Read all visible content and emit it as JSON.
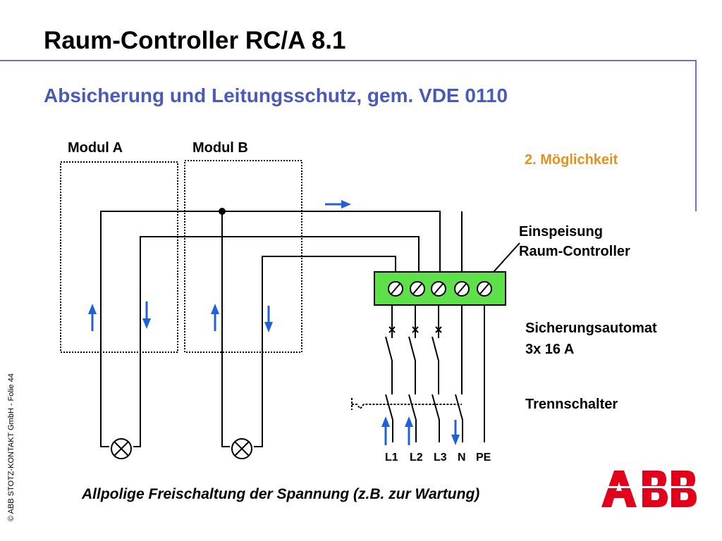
{
  "header": {
    "title": "Raum-Controller RC/A 8.1",
    "subtitle": "Absicherung und Leitungsschutz, gem. VDE 0110"
  },
  "diagram": {
    "modules": [
      "Modul A",
      "Modul B"
    ],
    "option_label": "2. Möglichkeit",
    "feed_label_line1": "Einspeisung",
    "feed_label_line2": "Raum-Controller",
    "breaker_label_line1": "Sicherungsautomat",
    "breaker_label_line2": "3x 16 A",
    "disconnector_label": "Trennschalter",
    "terminals": [
      "L1",
      "L2",
      "L3",
      "N",
      "PE"
    ]
  },
  "footer": {
    "caption": "Allpolige Freischaltung der Spannung (z.B. zur Wartung)",
    "copyright": "© ABB STOTZ-KONTAKT GmbH  - Folie 44",
    "logo": "ABB"
  },
  "colors": {
    "title": "#000000",
    "subtitle": "#4a5ab8",
    "accent_orange": "#e8901e",
    "frame_line": "#6a76c2",
    "terminal_block": "#5de04a",
    "arrow_blue": "#2060d8",
    "abb_red": "#e2001a"
  }
}
